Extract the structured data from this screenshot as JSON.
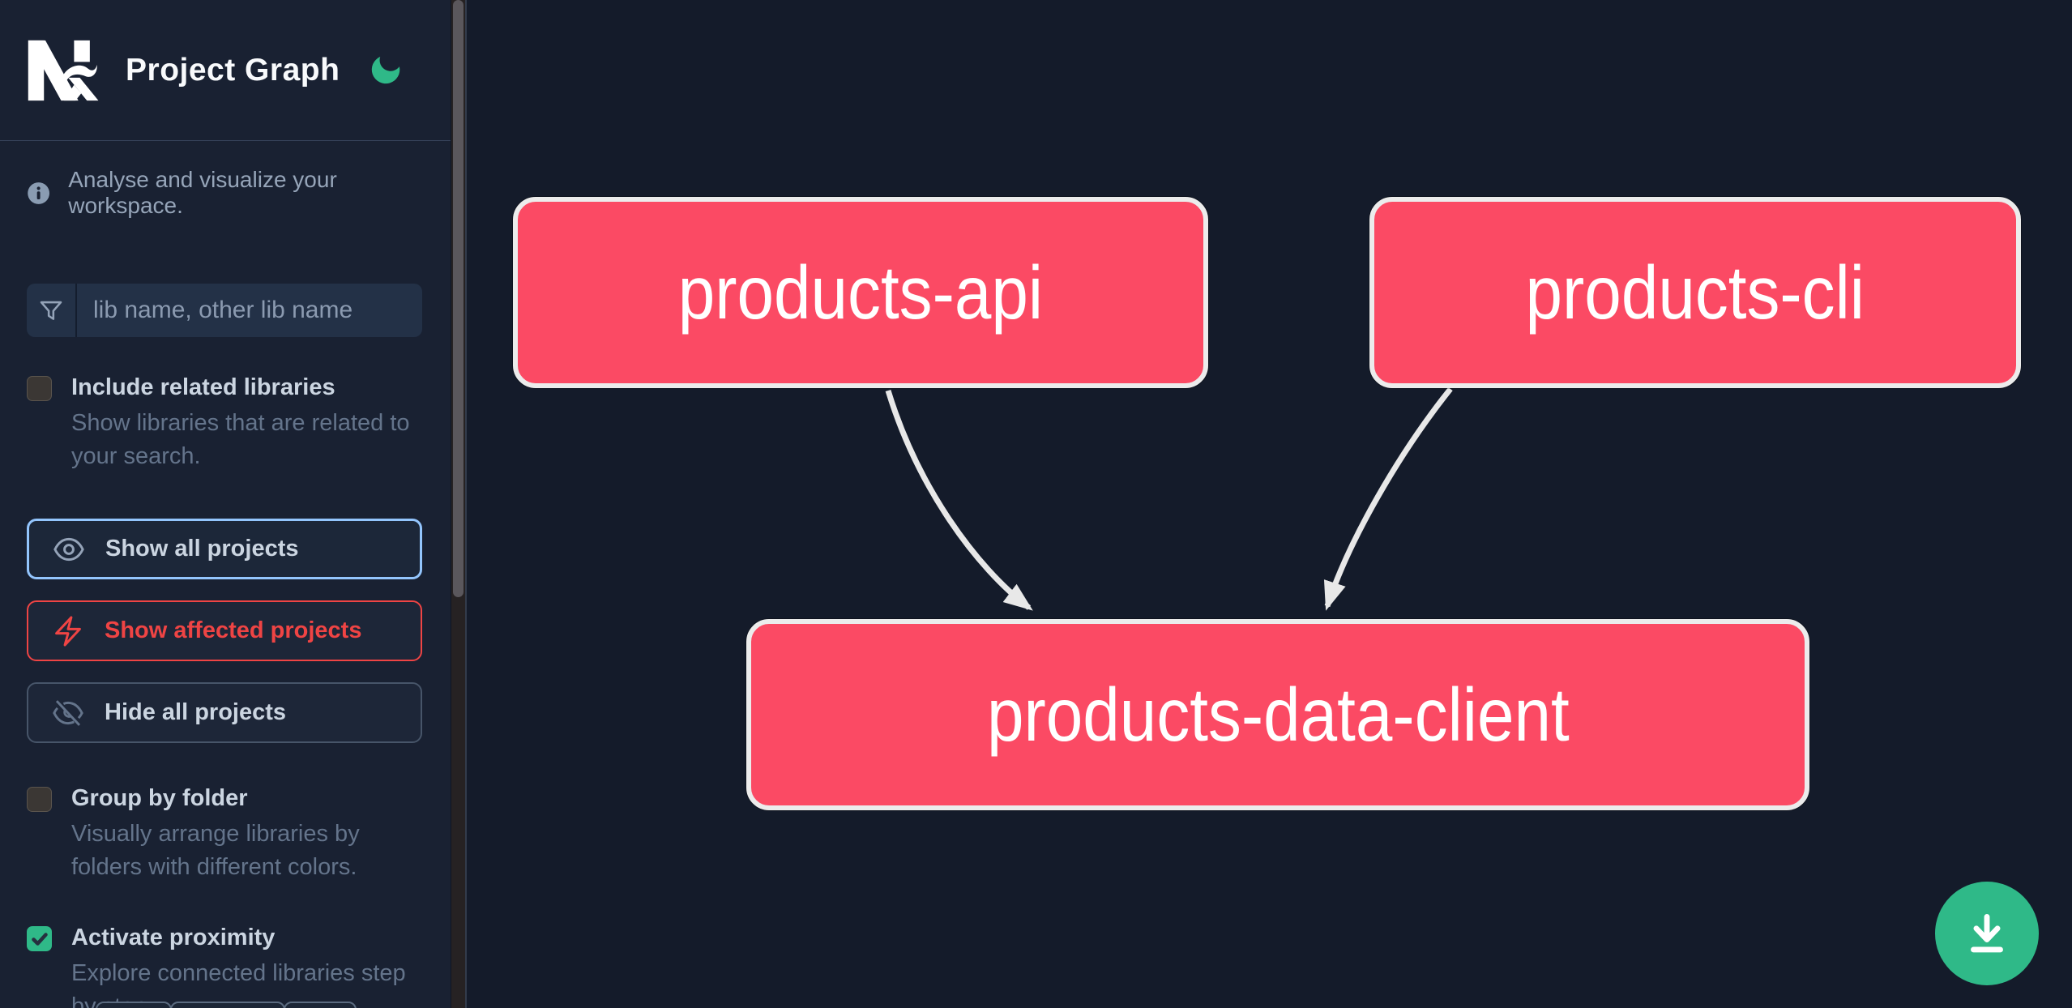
{
  "header": {
    "title": "Project Graph"
  },
  "sidebar": {
    "tagline": "Analyse and visualize your workspace.",
    "search": {
      "placeholder": "lib name, other lib name"
    },
    "toggles": [
      {
        "label": "Include related libraries",
        "description": "Show libraries that are related to your search.",
        "checked": false
      },
      {
        "label": "Group by folder",
        "description": "Visually arrange libraries by folders with different colors.",
        "checked": false
      },
      {
        "label": "Activate proximity",
        "description": "Explore connected libraries step by step.",
        "checked": true
      }
    ],
    "actions": [
      {
        "label": "Show all projects",
        "icon": "eye-icon",
        "state": "focused"
      },
      {
        "label": "Show affected projects",
        "icon": "bolt-icon",
        "state": "danger"
      },
      {
        "label": "Hide all projects",
        "icon": "eye-off-icon",
        "state": "default"
      }
    ]
  },
  "graph": {
    "nodes": [
      {
        "id": "products-api",
        "label": "products-api"
      },
      {
        "id": "products-cli",
        "label": "products-cli"
      },
      {
        "id": "products-data-client",
        "label": "products-data-client"
      }
    ],
    "edges": [
      {
        "from": "products-api",
        "to": "products-data-client"
      },
      {
        "from": "products-cli",
        "to": "products-data-client"
      }
    ]
  },
  "icons": {
    "logo": "nx-logo",
    "theme": "moon-icon",
    "info": "info-icon",
    "filter": "funnel-icon",
    "download": "download-icon"
  },
  "colors": {
    "node_fill": "#fb4a64",
    "node_border": "#ececec",
    "edge": "#e8e8e8",
    "accent_green": "#2fb988",
    "focus_blue": "#93c5fd",
    "danger_red": "#ef4444",
    "sidebar_bg": "#192132",
    "canvas_bg": "#141b2a"
  }
}
